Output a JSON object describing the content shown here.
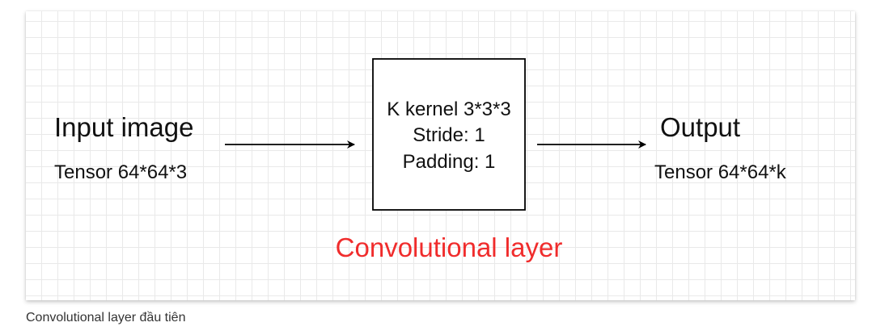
{
  "diagram": {
    "input": {
      "title": "Input image",
      "subtitle": "Tensor 64*64*3"
    },
    "layer_box": {
      "lines": [
        "K kernel 3*3*3",
        "Stride: 1",
        "Padding: 1"
      ]
    },
    "output": {
      "title": "Output",
      "subtitle": "Tensor 64*64*k"
    },
    "layer_label": "Convolutional layer",
    "colors": {
      "layer_label": "#f02c2c",
      "stroke": "#000000",
      "grid": "#e9e9e9"
    }
  },
  "caption": "Convolutional layer đầu tiên"
}
